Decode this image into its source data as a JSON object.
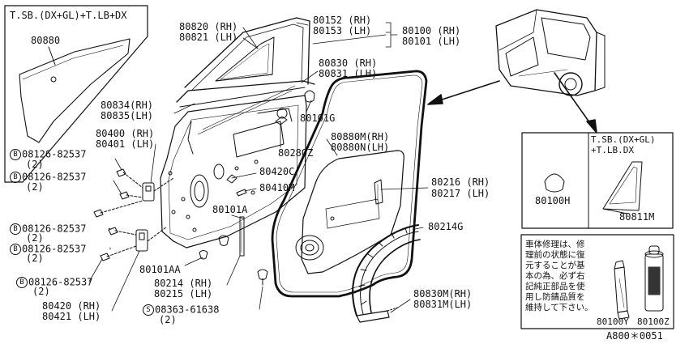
{
  "colors": {
    "ink": "#111111",
    "paper": "#ffffff"
  },
  "insets": {
    "top_left_title": "T.SB.(DX+GL)+T.LB+DX",
    "right_title_line1": "T.SB.(DX+GL)",
    "right_title_line2": "+T.LB.DX"
  },
  "notice_text": "車体修理は、修\n理前の状態に復\n元することが基\n本の為、必ず右\n記純正部品を使\n用し防錆品質を\n維持して下さい。",
  "figure_code": "A800＊0051",
  "bolt_prefix_b": "B",
  "bolt_prefix_s": "S",
  "labels": {
    "p80880": "80880",
    "p80820": "80820 (RH)",
    "p80821": "80821 (LH)",
    "p80152": "80152 (RH)",
    "p80153": "80153 (LH)",
    "p80100": "80100 (RH)",
    "p80101": "80101 (LH)",
    "p80830": "80830 (RH)",
    "p80831": "80831 (LH)",
    "p80834": "80834(RH)",
    "p80835": "80835(LH)",
    "p80101G": "80101G",
    "p80400": "80400 (RH)",
    "p80401": "80401 (LH)",
    "p80280Z": "80280Z",
    "p80880M": "80880M(RH)",
    "p80880N": "80880N(LH)",
    "bolt1": "08126-82537",
    "bolt1q": "(2)",
    "bolt2": "08126-82537",
    "bolt2q": "(2)",
    "p80420C": "80420C",
    "p80410M": "80410M",
    "p80216": "80216 (RH)",
    "p80217": "80217 (LH)",
    "p80101A": "80101A",
    "bolt3": "08126-82537",
    "bolt3q": "(2)",
    "bolt4": "08126-82537",
    "bolt4q": "(2)",
    "p80214G": "80214G",
    "p80101AA": "80101AA",
    "bolt5": "08126-82537",
    "bolt5q": "(2)",
    "p80214": "80214 (RH)",
    "p80215": "80215 (LH)",
    "p80420": "80420 (RH)",
    "p80421": "80421 (LH)",
    "screw": "08363-61638",
    "screwq": "(2)",
    "p80830M": "80830M(RH)",
    "p80831M": "80831M(LH)",
    "p80100H": "80100H",
    "p80811M": "80811M",
    "p80100Y": "80100Y",
    "p80100Z": "80100Z"
  }
}
